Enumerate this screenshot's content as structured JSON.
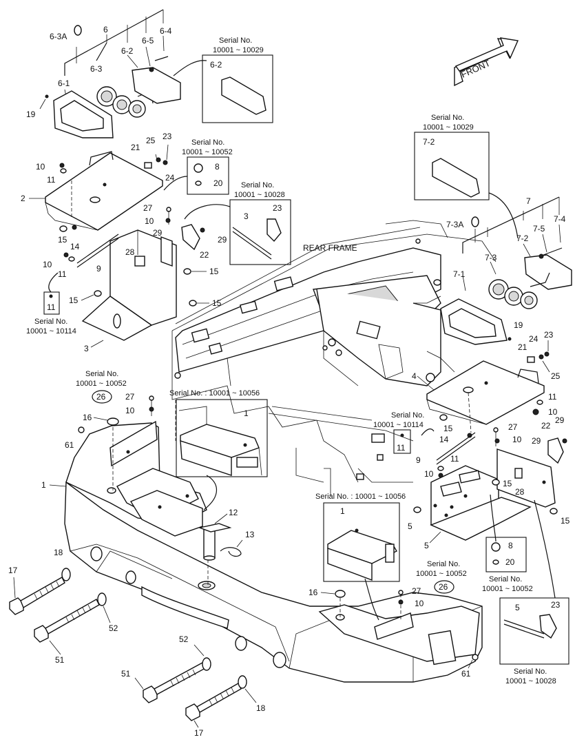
{
  "diagram": {
    "front_label": "FRONT",
    "rear_frame_label": "REAR FRAME",
    "serial": {
      "s1": [
        "Serial No.",
        "10001 ~ 10029"
      ],
      "s2": [
        "Serial No.",
        "10001 ~ 10052"
      ],
      "s3": [
        "Serial No.",
        "10001 ~ 10028"
      ],
      "s4": [
        "Serial No.",
        "10001 ~ 10114"
      ],
      "s5": [
        "Serial No.",
        "10001 ~ 10029"
      ],
      "s6": [
        "Serial No.",
        "10001 ~ 10052"
      ],
      "s7": "Serial No. : 10001 ~ 10056",
      "s8": [
        "Serial No.",
        "10001 ~ 10114"
      ],
      "s9": "Serial No. : 10001 ~ 10056",
      "s10": [
        "Serial No.",
        "10001 ~ 10052"
      ],
      "s11": [
        "Serial No.",
        "10001 ~ 10052"
      ],
      "s12": [
        "Serial No.",
        "10001 ~ 10028"
      ]
    },
    "callouts": {
      "c6": "6",
      "c6_3A": "6-3A",
      "c6_3": "6-3",
      "c6_2": "6-2",
      "c6_5": "6-5",
      "c6_4": "6-4",
      "c6_1": "6-1",
      "c19a": "19",
      "c6_2box": "6-2",
      "c10a": "10",
      "c11a": "11",
      "c2": "2",
      "c15a": "15",
      "c14a": "14",
      "c21a": "21",
      "c25a": "25",
      "c23a": "23",
      "c24a": "24",
      "c8a": "8",
      "c20a": "20",
      "c27a": "27",
      "c10b": "10",
      "c29a": "29",
      "c28a": "28",
      "c22a": "22",
      "c29b": "29",
      "c3box": "3",
      "c23box": "23",
      "c10c": "10",
      "c11b": "11",
      "c9a": "9",
      "c15b": "15",
      "c15c": "15",
      "c15d": "15",
      "c3": "3",
      "c11box": "11",
      "c7_2box": "7-2",
      "c7": "7",
      "c7_3A": "7-3A",
      "c7_3": "7-3",
      "c7_2": "7-2",
      "c7_5": "7-5",
      "c7_4": "7-4",
      "c7_1": "7-1",
      "c19b": "19",
      "c21b": "21",
      "c24b": "24",
      "c23b": "23",
      "c25b": "25",
      "c4": "4",
      "c11c": "11",
      "c10d": "10",
      "c15e": "15",
      "c14b": "14",
      "c27b": "27",
      "c10e": "10",
      "c22b": "22",
      "c29c": "29",
      "c29d": "29",
      "c11box2": "11",
      "c9b": "9",
      "c11d": "11",
      "c10f": "10",
      "c15f": "15",
      "c28b": "28",
      "c15g": "15",
      "c5": "5",
      "c15h": "5",
      "c8b": "8",
      "c20b": "20",
      "c5box": "5",
      "c23box2": "23",
      "c26a": "26",
      "c27c": "27",
      "c10g": "10",
      "c16a": "16",
      "c61a": "61",
      "c1": "1",
      "c1box": "1",
      "c1box2": "1",
      "c12": "12",
      "c13": "13",
      "c18a": "18",
      "c17a": "17",
      "c52a": "52",
      "c51a": "51",
      "c52b": "52",
      "c51b": "51",
      "c18b": "18",
      "c17b": "17",
      "c16b": "16",
      "c26b": "26",
      "c27d": "27",
      "c10h": "10",
      "c61b": "61"
    }
  }
}
